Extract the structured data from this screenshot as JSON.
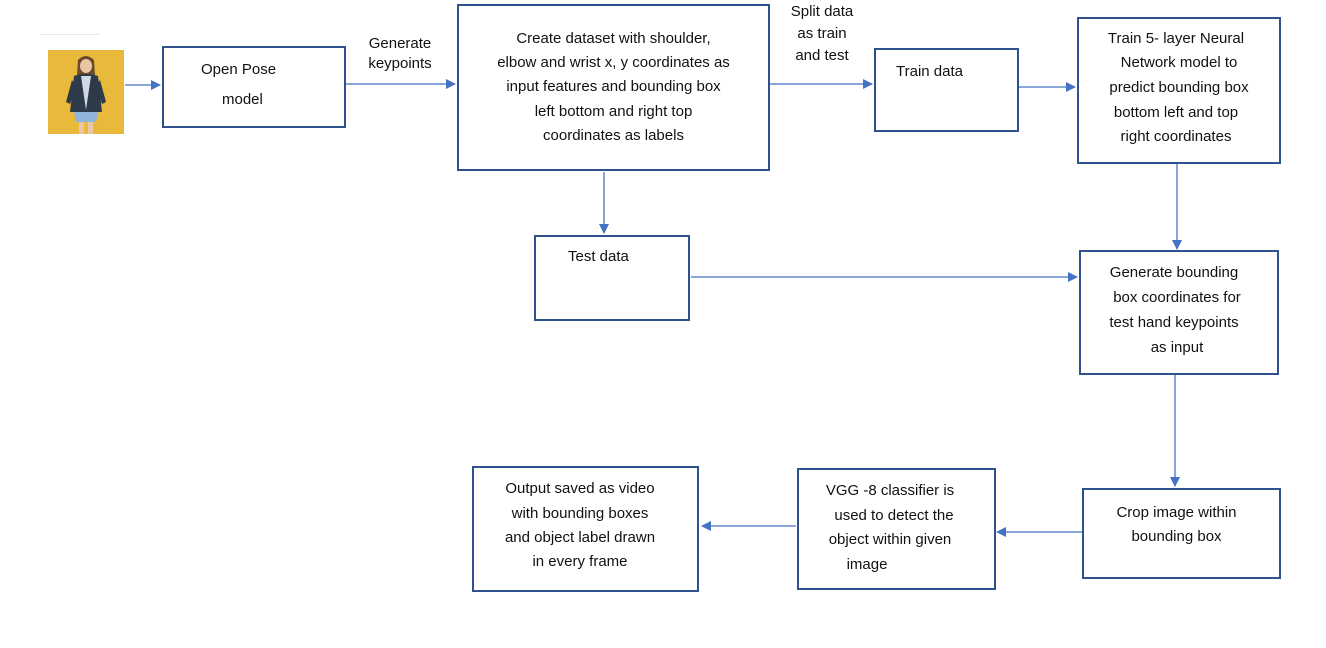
{
  "diagram": {
    "nodes": {
      "openpose": {
        "lines": [
          "Open Pose",
          "model"
        ]
      },
      "dataset": {
        "lines": [
          "Create dataset with   shoulder,",
          "elbow and wrist x,     y coordinates as",
          "input features and bounding box",
          "left bottom and right top",
          "coordinates as labels"
        ]
      },
      "train": {
        "lines": [
          "Train data"
        ]
      },
      "nn": {
        "lines": [
          "Train   5- layer Neural",
          "Network model    to",
          "predict bounding box",
          "bottom left and top",
          "right coordinates"
        ]
      },
      "test": {
        "lines": [
          "Test data"
        ]
      },
      "genbox": {
        "lines": [
          "Generate bounding",
          "box  coordinates for",
          "test hand keypoints",
          "as input"
        ]
      },
      "crop": {
        "lines": [
          "Crop image within",
          "bounding box"
        ]
      },
      "vgg": {
        "lines": [
          "VGG   -8 classifier is",
          "used to detect the",
          "object  within given",
          "image"
        ]
      },
      "output": {
        "lines": [
          "Output saved as video",
          "with bounding boxes",
          "and object label drawn",
          "in every frame"
        ]
      }
    },
    "edge_labels": {
      "generate_keypoints": [
        "Generate",
        "keypoints"
      ],
      "split_data": [
        "Split data",
        "as train",
        "and test"
      ]
    },
    "colors": {
      "box_border": "#2f528f",
      "arrow": "#4472c4",
      "text": "#111111",
      "photo_background": "#e8b93a"
    }
  }
}
